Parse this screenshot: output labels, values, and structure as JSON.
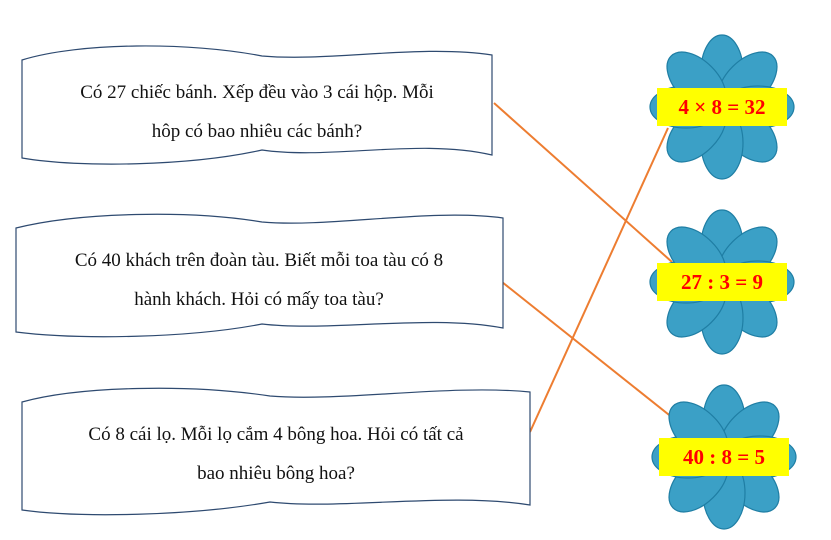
{
  "problems": [
    {
      "id": "p1",
      "lines": [
        "Có 27 chiếc bánh. Xếp đều vào 3 cái hộp. Mỗi",
        "hôp có bao nhiêu các bánh?"
      ]
    },
    {
      "id": "p2",
      "lines": [
        "Có 40 khách trên đoàn tàu. Biết mỗi toa tàu có 8",
        "hành khách. Hỏi có mấy toa tàu?"
      ]
    },
    {
      "id": "p3",
      "lines": [
        "Có 8 cái lọ. Mỗi lọ cắm 4 bông hoa. Hỏi có tất cả",
        "bao nhiêu bông hoa?"
      ]
    }
  ],
  "answers": [
    {
      "id": "a1",
      "equation": "4 × 8 = 32"
    },
    {
      "id": "a2",
      "equation": "27 : 3 = 9"
    },
    {
      "id": "a3",
      "equation": "40 : 8 = 5"
    }
  ],
  "connections": [
    {
      "from": "p1",
      "to": "a2"
    },
    {
      "from": "p2",
      "to": "a3"
    },
    {
      "from": "p3",
      "to": "a1"
    }
  ],
  "colors": {
    "line": "#ed7d31",
    "petal": "#3ba0c6",
    "petal_stroke": "#1f7ea4",
    "center": "#f2c400",
    "label_bg": "#ffff00",
    "equation_text": "#ff0000",
    "banner_stroke": "#2e4a70"
  }
}
